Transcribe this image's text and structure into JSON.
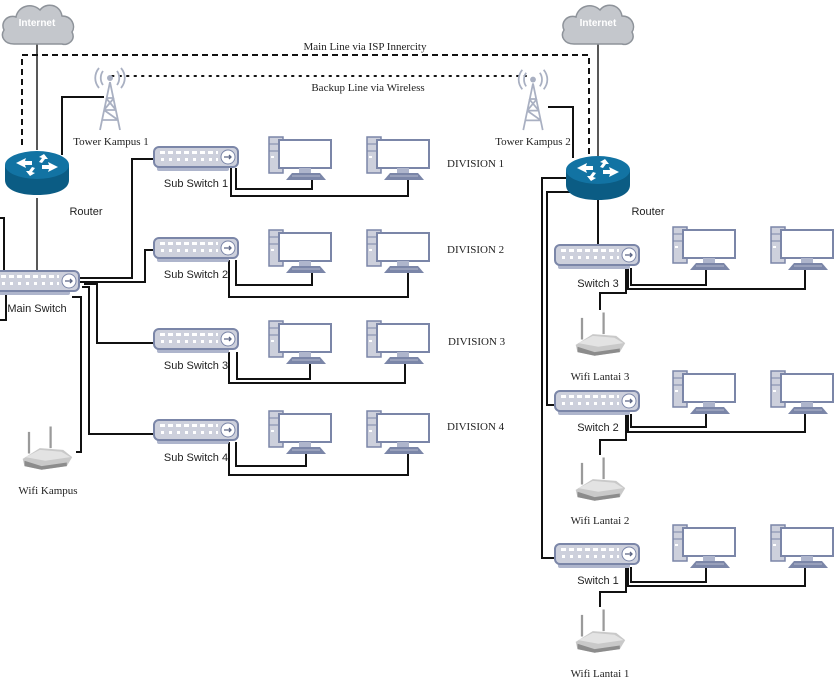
{
  "diagram": {
    "type": "network-topology",
    "links": {
      "main_line_label": "Main Line via ISP Innercity",
      "backup_line_label": "Backup Line via Wireless"
    },
    "campus1": {
      "internet_label": "Internet",
      "tower_label": "Tower Kampus 1",
      "router_label": "Router",
      "main_switch_label": "Main Switch",
      "wifi_label": "Wifi Kampus",
      "sub_switches": [
        {
          "label": "Sub Switch 1",
          "division": "DIVISION 1"
        },
        {
          "label": "Sub Switch 2",
          "division": "DIVISION 2"
        },
        {
          "label": "Sub Switch 3",
          "division": "DIVISION 3"
        },
        {
          "label": "Sub Switch 4",
          "division": "DIVISION 4"
        }
      ]
    },
    "campus2": {
      "internet_label": "Internet",
      "tower_label": "Tower Kampus 2",
      "router_label": "Router",
      "switches": [
        {
          "label": "Switch 3",
          "wifi": "Wifi Lantai 3"
        },
        {
          "label": "Switch 2",
          "wifi": "Wifi Lantai 2"
        },
        {
          "label": "Switch 1",
          "wifi": "Wifi Lantai 1"
        }
      ]
    },
    "colors": {
      "router": "#0f6a96",
      "switch_body": "#c9ccd8",
      "switch_border": "#7b86a8",
      "pc": "#7b86a8",
      "cloud": "#c4c7cc",
      "tower": "#a9b0c2"
    }
  }
}
